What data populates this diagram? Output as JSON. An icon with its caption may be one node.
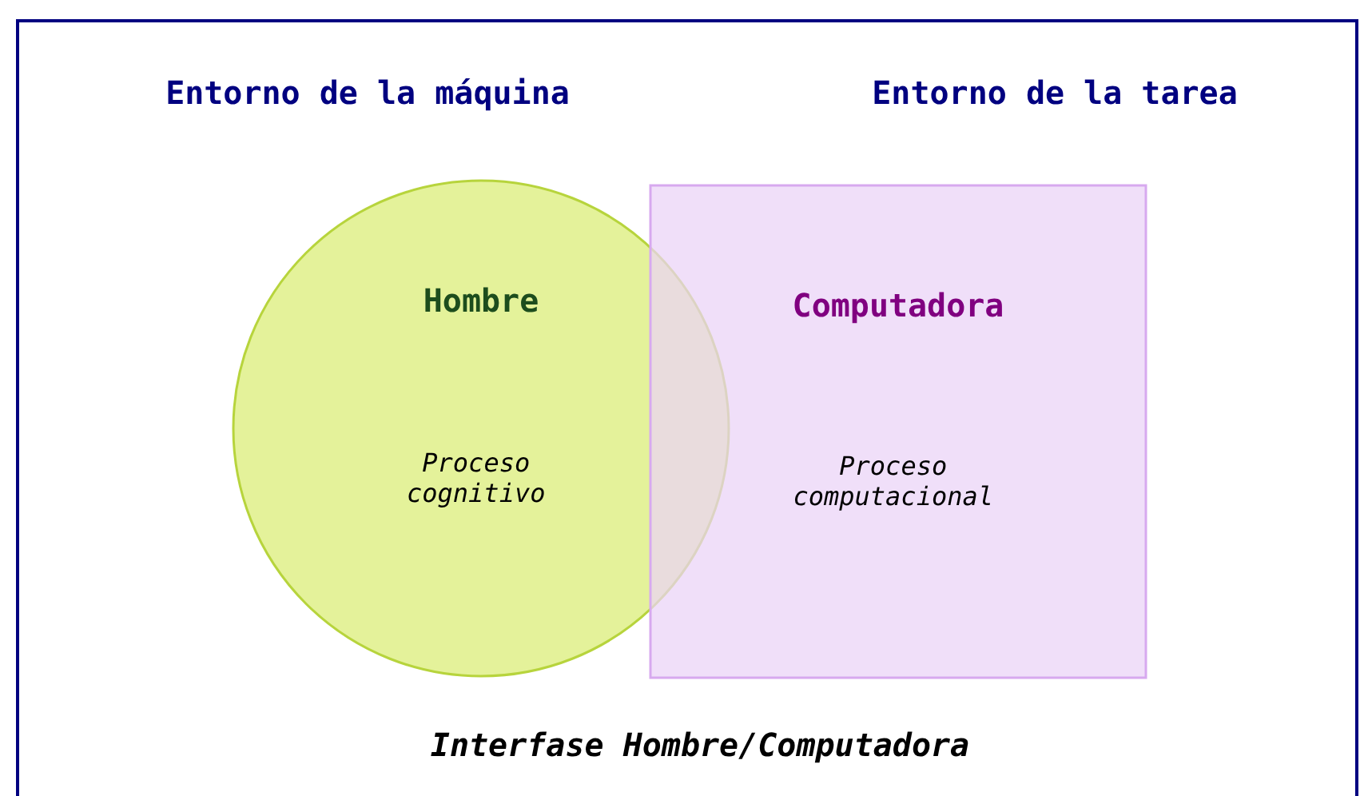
{
  "diagram": {
    "caption": "Interfase Hombre/Computadora",
    "nodes": [
      {
        "text": [
          "Hombre",
          "Proceso cognitivo"
        ]
      },
      {
        "text": [
          "Computadora",
          "Proceso computacional"
        ]
      }
    ],
    "labels": [
      "Entorno de la máquina",
      "Entorno de la tarea"
    ]
  }
}
